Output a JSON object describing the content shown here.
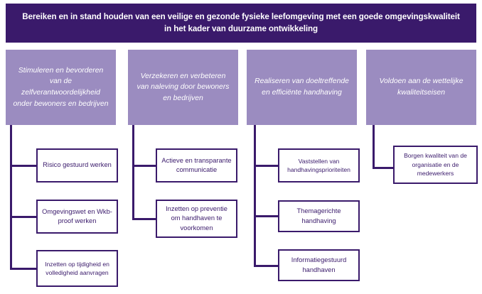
{
  "header": {
    "title": "Bereiken en in stand houden van een veilige en gezonde fysieke leefomgeving met een goede omgevingskwaliteit in het kader van duurzame ontwikkeling"
  },
  "colors": {
    "header_background": "#3a1a6b",
    "goal_background": "#9b8cc0",
    "leaf_border": "#3a1a6b",
    "leaf_background": "#ffffff",
    "leaf_text": "#3a1a6b",
    "goal_text": "#ffffff",
    "header_text": "#ffffff"
  },
  "columns": [
    {
      "goal": "Stimuleren en bevorderen van de zelfverantwoordelijkheid onder bewoners en bedrijven",
      "leaves": [
        "Risico gestuurd werken",
        "Omgevingswet en Wkb- proof werken",
        "Inzetten op tijdigheid en volledigheid aanvragen"
      ]
    },
    {
      "goal": "Verzekeren en verbeteren van naleving door bewoners en bedrijven",
      "leaves": [
        "Actieve en transparante communicatie",
        "Inzetten op preventie om handhaven te voorkomen"
      ]
    },
    {
      "goal": "Realiseren van doeltreffende en efficiënte handhaving",
      "leaves": [
        "Vaststellen van handhavingsprioriteiten",
        "Themagerichte handhaving",
        "Informatiegestuurd handhaven"
      ]
    },
    {
      "goal": "Voldoen aan de wettelijke kwaliteitseisen",
      "leaves": [
        "Borgen kwaliteit van de organisatie en de medewerkers"
      ]
    }
  ]
}
